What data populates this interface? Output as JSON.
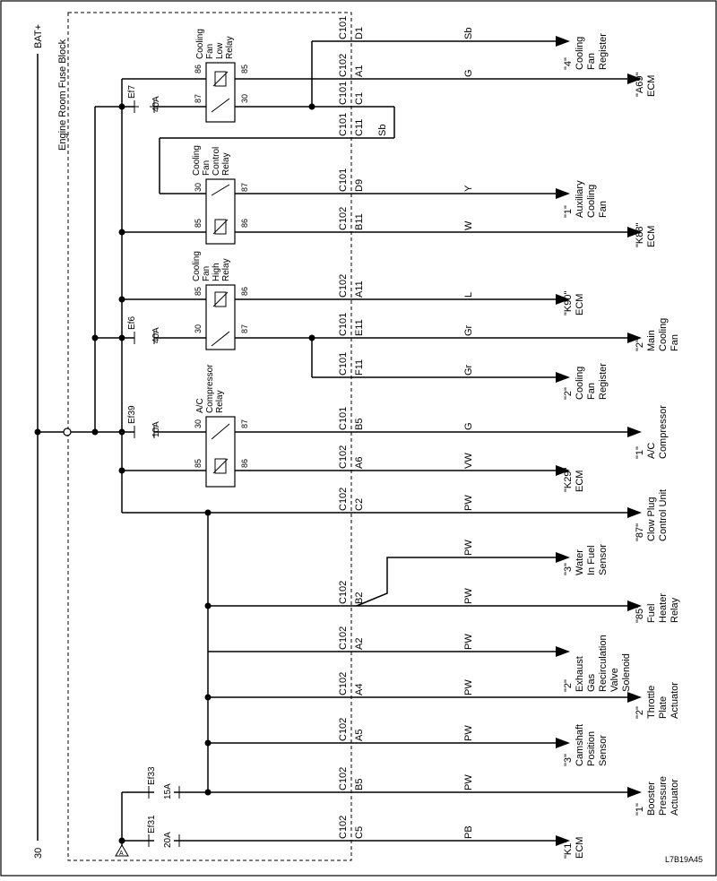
{
  "diagram": {
    "bat_label": "BAT+",
    "bat_circuit": "30",
    "fuse_block_label": "Engine Room Fuse Block",
    "ref_code": "L7B19A45",
    "ground_symbol": "ground-triangle-A"
  },
  "fuses": [
    {
      "id": "ef7",
      "name": "Ef7",
      "rating": "40A"
    },
    {
      "id": "ef6",
      "name": "Ef6",
      "rating": "40A"
    },
    {
      "id": "ef39",
      "name": "Ef39",
      "rating": "10A"
    },
    {
      "id": "ef33",
      "name": "Ef33",
      "rating": "15A"
    },
    {
      "id": "ef31",
      "name": "Ef31",
      "rating": "20A"
    }
  ],
  "relays": [
    {
      "id": "low",
      "name": [
        "Cooling",
        "Fan",
        "Low",
        "Relay"
      ],
      "pins": [
        "86",
        "85",
        "87",
        "30"
      ]
    },
    {
      "id": "control",
      "name": [
        "Cooling",
        "Fan",
        "Control",
        "Relay"
      ],
      "pins": [
        "30",
        "87",
        "85",
        "86"
      ]
    },
    {
      "id": "high",
      "name": [
        "Cooling",
        "Fan",
        "High",
        "Relay"
      ],
      "pins": [
        "85",
        "86",
        "30",
        "87"
      ]
    },
    {
      "id": "ac",
      "name": [
        "A/C",
        "Compressor",
        "Relay"
      ],
      "pins": [
        "30",
        "87",
        "85",
        "86"
      ]
    }
  ],
  "circuits": [
    {
      "id": "r1",
      "connector": "C101",
      "pin": "D1",
      "wire": "Sb",
      "destination": [
        "\"4\"",
        "Cooling",
        "Fan",
        "Register"
      ]
    },
    {
      "id": "r2",
      "connector": "C102",
      "pin": "A1",
      "wire": "G",
      "destination": [
        "\"A69\"",
        "ECM"
      ]
    },
    {
      "id": "r3",
      "connector": "C101",
      "pin": "C1",
      "wire": "",
      "destination": []
    },
    {
      "id": "r4",
      "connector": "C101",
      "pin": "C11",
      "wire": "Sb",
      "destination": []
    },
    {
      "id": "r5",
      "connector": "C101",
      "pin": "D9",
      "wire": "Y",
      "destination": [
        "\"1\"",
        "Auxiliary",
        "Cooling",
        "Fan"
      ]
    },
    {
      "id": "r6",
      "connector": "C102",
      "pin": "B11",
      "wire": "W",
      "destination": [
        "\"K88\"",
        "ECM"
      ]
    },
    {
      "id": "r7",
      "connector": "C102",
      "pin": "A11",
      "wire": "L",
      "destination": [
        "\"K90\"",
        "ECM"
      ]
    },
    {
      "id": "r8",
      "connector": "C101",
      "pin": "E11",
      "wire": "Gr",
      "destination": [
        "\"2\"",
        "Main",
        "Cooling",
        "Fan"
      ]
    },
    {
      "id": "r9",
      "connector": "C101",
      "pin": "F11",
      "wire": "Gr",
      "destination": [
        "\"2\"",
        "Cooling",
        "Fan",
        "Register"
      ]
    },
    {
      "id": "r10",
      "connector": "C101",
      "pin": "B5",
      "wire": "G",
      "destination": [
        "\"1\"",
        "A/C",
        "Compressor"
      ]
    },
    {
      "id": "r11",
      "connector": "C102",
      "pin": "A6",
      "wire": "VW",
      "destination": [
        "\"K29\"",
        "ECM"
      ]
    },
    {
      "id": "r12",
      "connector": "C102",
      "pin": "C2",
      "wire": "PW",
      "destination": [
        "\"87\"",
        "Clow Plug",
        "Control Unit"
      ]
    },
    {
      "id": "r13",
      "connector": "",
      "pin": "",
      "wire": "PW",
      "destination": [
        "\"3\"",
        "Water",
        "In Fuel",
        "Sensor"
      ]
    },
    {
      "id": "r14",
      "connector": "C102",
      "pin": "B2",
      "wire": "PW",
      "destination": [
        "\"85\"",
        "Fuel",
        "Heater",
        "Relay"
      ]
    },
    {
      "id": "r15",
      "connector": "C102",
      "pin": "A2",
      "wire": "PW",
      "destination": [
        "\"2\"",
        "Exhaust",
        "Gas",
        "Recirculation",
        "Valve",
        "Solenoid"
      ]
    },
    {
      "id": "r16",
      "connector": "C102",
      "pin": "A4",
      "wire": "PW",
      "destination": [
        "\"2\"",
        "Throttle",
        "Plate",
        "Actuator"
      ]
    },
    {
      "id": "r17",
      "connector": "C102",
      "pin": "A5",
      "wire": "PW",
      "destination": [
        "\"3\"",
        "Camshaft",
        "Position",
        "Sensor"
      ]
    },
    {
      "id": "r18",
      "connector": "C102",
      "pin": "B5",
      "wire": "PW",
      "destination": [
        "\"1\"",
        "Booster",
        "Pressure",
        "Actuator"
      ]
    },
    {
      "id": "r19",
      "connector": "C102",
      "pin": "C5",
      "wire": "PB",
      "destination": [
        "\"K1\"",
        "ECM"
      ]
    }
  ]
}
